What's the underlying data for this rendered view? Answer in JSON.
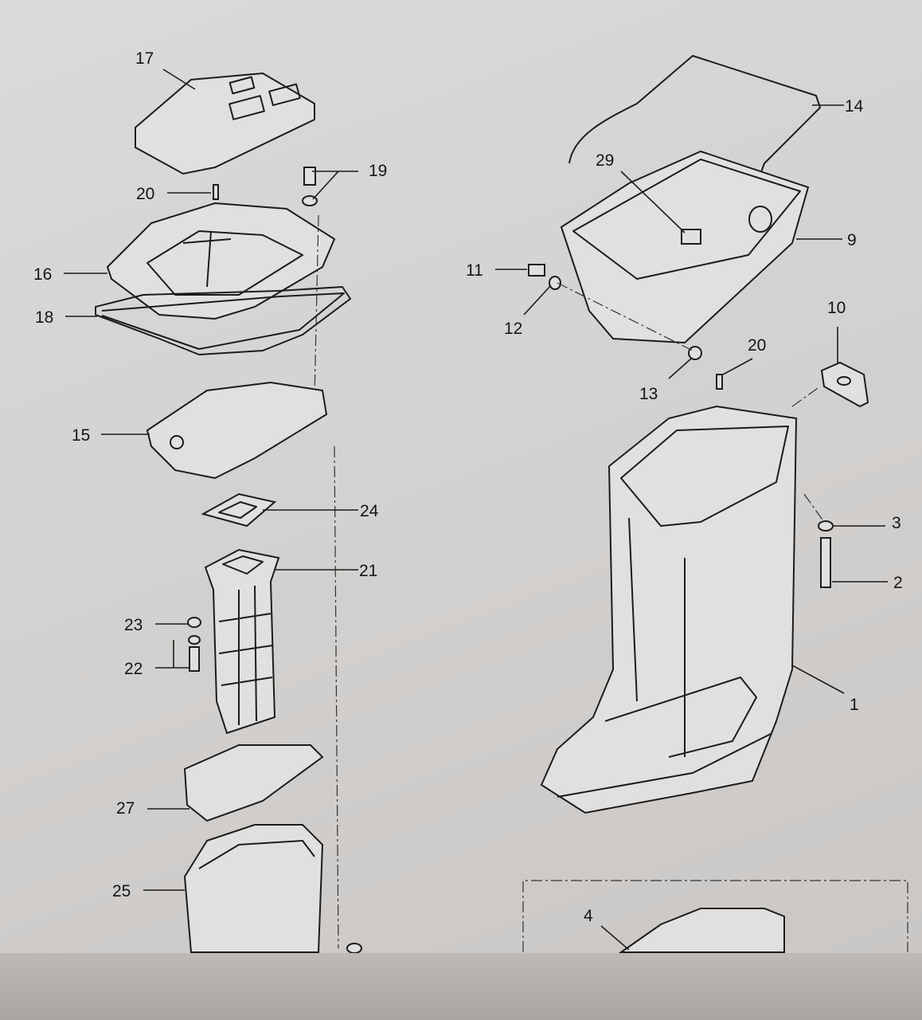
{
  "diagram": {
    "labels": {
      "l17": "17",
      "l19": "19",
      "l20a": "20",
      "l16": "16",
      "l18": "18",
      "l15": "15",
      "l24": "24",
      "l21": "21",
      "l23": "23",
      "l22": "22",
      "l27": "27",
      "l25": "25",
      "l14": "14",
      "l29": "29",
      "l9": "9",
      "l11": "11",
      "l12": "12",
      "l13": "13",
      "l20b": "20",
      "l10": "10",
      "l3": "3",
      "l2": "2",
      "l1": "1",
      "l4": "4"
    }
  }
}
